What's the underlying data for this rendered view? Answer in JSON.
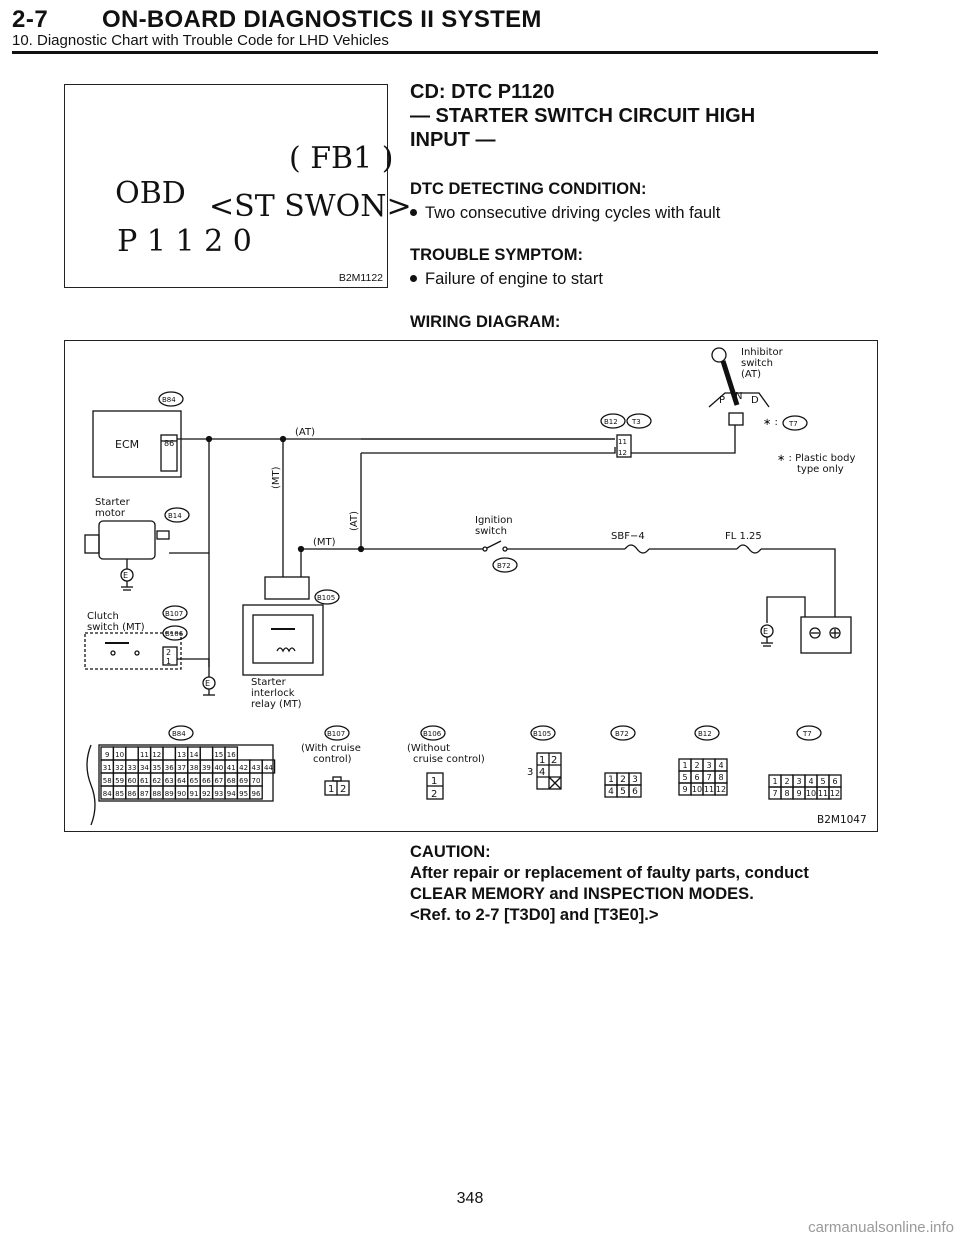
{
  "header": {
    "section_number": "2-7",
    "title": "ON-BOARD DIAGNOSTICS II SYSTEM",
    "subtitle": "10. Diagnostic Chart with Trouble Code for LHD Vehicles"
  },
  "obd_figure": {
    "line1_left": "OBD",
    "line1_right": "( FB1 )",
    "line2_left": "P 1 1 2 0",
    "line2_right": "<ST SWON>",
    "code": "B2M1122"
  },
  "section": {
    "title": "CD:  DTC P1120\n— STARTER SWITCH CIRCUIT HIGH\nINPUT —",
    "detecting_label": "DTC DETECTING CONDITION:",
    "detecting_item": "Two consecutive driving cycles with fault",
    "symptom_label": "TROUBLE SYMPTOM:",
    "symptom_item": "Failure of engine to start",
    "wiring_label": "WIRING DIAGRAM:"
  },
  "wiring": {
    "code": "B2M1047",
    "components": {
      "ecm": "ECM",
      "ecm_pin": "86",
      "starter_l1": "Starter",
      "starter_l2": "motor",
      "clutch_l1": "Clutch",
      "clutch_l2": "switch (MT)",
      "relay_l1": "Starter",
      "relay_l2": "interlock",
      "relay_l3": "relay (MT)",
      "ignition_l1": "Ignition",
      "ignition_l2": "switch",
      "inhibitor_l1": "Inhibitor",
      "inhibitor_l2": "switch",
      "inhibitor_l3": "(AT)",
      "sbf": "SBF−4",
      "fl": "FL 1.25",
      "ground": "E",
      "note_l1": "∗ : Plastic body",
      "note_l2": "type only",
      "star_ref": "∗ :",
      "prnd_p": "P",
      "prnd_n": "N",
      "prnd_d": "D",
      "wire_at1": "(AT)",
      "wire_at2": "(AT)",
      "wire_mt1": "(MT)",
      "wire_mt2": "(MT)",
      "t3_pins": [
        "11",
        "12"
      ],
      "b106_pins": [
        "2",
        "1"
      ]
    },
    "connector_tags": {
      "b84": "B84",
      "b14": "B14",
      "b107": "B107",
      "b106": "B106",
      "b105": "B105",
      "b72": "B72",
      "b12": "B12",
      "t3": "T3",
      "t7": "T7"
    },
    "connectors": {
      "b84": {
        "tag": "B84",
        "rows": [
          [
            "9",
            "10",
            "",
            "11",
            "12",
            "",
            "13",
            "14",
            "",
            "15",
            "16"
          ],
          [
            "31",
            "32",
            "33",
            "34",
            "35",
            "36",
            "37",
            "38",
            "39",
            "40",
            "41",
            "42",
            "43",
            "44"
          ],
          [
            "58",
            "59",
            "60",
            "61",
            "62",
            "63",
            "64",
            "65",
            "66",
            "67",
            "68",
            "69",
            "70"
          ],
          [
            "84",
            "85",
            "86",
            "87",
            "88",
            "89",
            "90",
            "91",
            "92",
            "93",
            "94",
            "95",
            "96"
          ]
        ]
      },
      "b107": {
        "tag": "B107",
        "caption_l1": "(With cruise",
        "caption_l2": "control)",
        "pins": [
          "1",
          "2"
        ]
      },
      "b106": {
        "tag": "B106",
        "caption_l1": "(Without",
        "caption_l2": "cruise control)",
        "pins_top": [
          "1"
        ],
        "pins_bottom": [
          "2"
        ]
      },
      "b105": {
        "tag": "B105",
        "pins": [
          "1",
          "2",
          "3",
          "4"
        ]
      },
      "b72": {
        "tag": "B72",
        "rows": [
          [
            "1",
            "2",
            "3"
          ],
          [
            "4",
            "5",
            "6"
          ]
        ]
      },
      "b12": {
        "tag": "B12",
        "rows": [
          [
            "1",
            "2",
            "3",
            "4"
          ],
          [
            "5",
            "6",
            "7",
            "8"
          ],
          [
            "9",
            "10",
            "11",
            "12"
          ]
        ]
      },
      "t7": {
        "tag": "T7",
        "rows": [
          [
            "1",
            "2",
            "3",
            "4",
            "5",
            "6"
          ],
          [
            "7",
            "8",
            "9",
            "10",
            "11",
            "12"
          ]
        ]
      }
    }
  },
  "caution": {
    "line1": "CAUTION:",
    "line2": "After repair or replacement of faulty parts, conduct",
    "line3": "CLEAR MEMORY and INSPECTION MODES.",
    "line4": "<Ref. to 2-7 [T3D0] and [T3E0].>"
  },
  "page_number": "348",
  "watermark": "carmanualsonline.info"
}
